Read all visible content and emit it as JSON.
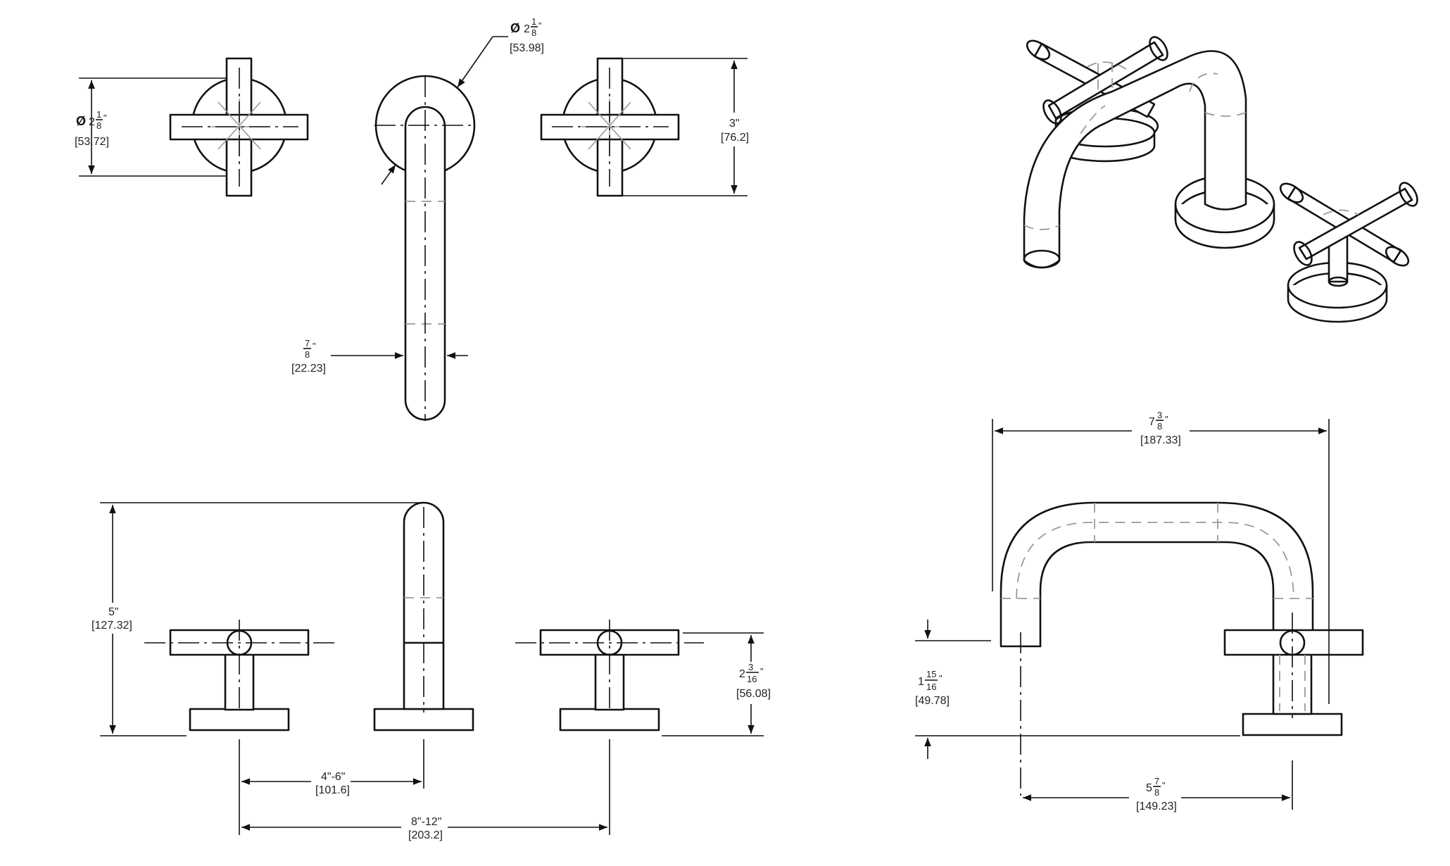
{
  "dimensions": {
    "top_handle_diameter": {
      "whole": "2",
      "num": "1",
      "den": "8",
      "unit": "\"",
      "metric": "[53.72]"
    },
    "escutcheon_diameter": {
      "whole": "2",
      "num": "1",
      "den": "8",
      "unit": "\"",
      "metric": "[53.98]"
    },
    "handle_height_top": {
      "imperial": "3\"",
      "metric": "[76.2]"
    },
    "spout_width": {
      "num": "7",
      "den": "8",
      "unit": "\"",
      "metric": "[22.23]"
    },
    "overall_height": {
      "imperial": "5\"",
      "metric": "[127.32]"
    },
    "handle_height_front": {
      "whole": "2",
      "num": "3",
      "den": "16",
      "unit": "\"",
      "metric": "[56.08]"
    },
    "center_spacing": {
      "imperial": "4\"-6\"",
      "metric": "[101.6]"
    },
    "overall_spread": {
      "imperial": "8\"-12\"",
      "metric": "[203.2]"
    },
    "spout_reach": {
      "whole": "7",
      "num": "3",
      "den": "8",
      "unit": "\"",
      "metric": "[187.33]"
    },
    "spout_clearance": {
      "whole": "1",
      "num": "15",
      "den": "16",
      "unit": "\"",
      "metric": "[49.78]"
    },
    "spout_projection": {
      "whole": "5",
      "num": "7",
      "den": "8",
      "unit": "\"",
      "metric": "[149.23]"
    }
  },
  "symbols": {
    "diameter": "Ø"
  }
}
